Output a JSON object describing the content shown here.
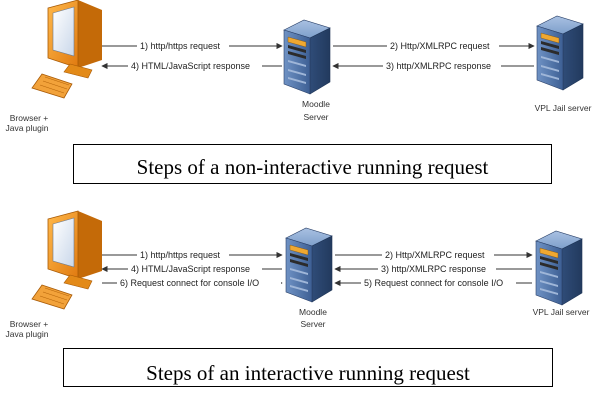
{
  "diagram1": {
    "nodes": {
      "browser": [
        "Browser +",
        "Java plugin"
      ],
      "moodle": [
        "Moodle",
        "Server"
      ],
      "jail": [
        "VPL Jail server"
      ]
    },
    "arrows": [
      "1) http/https request",
      "4) HTML/JavaScript response",
      "2) Http/XMLRPC request",
      "3) http/XMLRPC response"
    ],
    "caption": "Steps of a non-interactive running request"
  },
  "diagram2": {
    "nodes": {
      "browser": [
        "Browser +",
        "Java plugin"
      ],
      "moodle": [
        "Moodle",
        "Server"
      ],
      "jail": [
        "VPL Jail server"
      ]
    },
    "arrows": [
      "1) http/https request",
      "4) HTML/JavaScript response",
      "6) Request connect for console I/O",
      "2) Http/XMLRPC request",
      "3) http/XMLRPC response",
      "5) Request connect for console I/O"
    ],
    "caption": "Steps of an interactive running request"
  }
}
